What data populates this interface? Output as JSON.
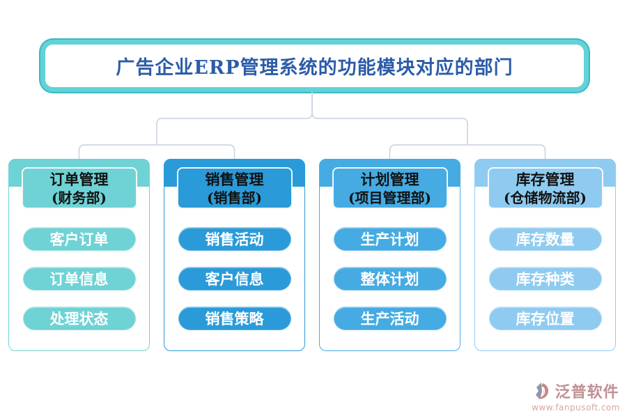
{
  "title": "广告企业ERP管理系统的功能模块对应的部门",
  "columns": [
    {
      "name": "订单管理",
      "dept": "(财务部)",
      "color": "#6FD2D5",
      "items": [
        "客户订单",
        "订单信息",
        "处理状态"
      ]
    },
    {
      "name": "销售管理",
      "dept": "(销售部)",
      "color": "#2A9BD8",
      "items": [
        "销售活动",
        "客户信息",
        "销售策略"
      ]
    },
    {
      "name": "计划管理",
      "dept": "(项目管理部)",
      "color": "#45ABE2",
      "items": [
        "生产计划",
        "整体计划",
        "生产活动"
      ]
    },
    {
      "name": "库存管理",
      "dept": "(仓储物流部)",
      "color": "#8FCBF0",
      "items": [
        "库存数量",
        "库存种类",
        "库存位置"
      ]
    }
  ],
  "watermark": {
    "brand": "泛普软件",
    "url": "www.fanpusoft.com"
  },
  "colors": {
    "title_text": "#2B5CA8",
    "title_border": "#63D2D6",
    "title_outline": "#35B9C6",
    "connector": "#C7D1E0",
    "watermark_brand": "#C09093",
    "watermark_url": "#D8A3A3",
    "watermark_icon_gray": "#8E96A8",
    "watermark_icon_rose": "#C48A88"
  }
}
